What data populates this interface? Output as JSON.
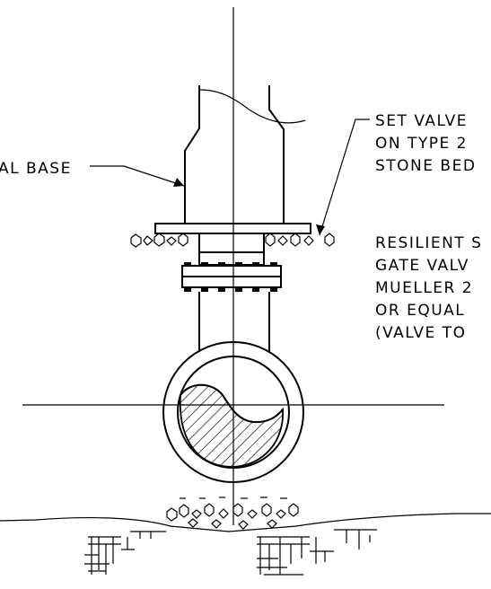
{
  "labels": {
    "base_note": "AL BASE",
    "set_valve_lines": [
      "SET VALVE",
      "ON TYPE 2",
      "STONE BED"
    ],
    "valve_lines": [
      "RESILIENT S",
      "GATE VALV",
      "MUELLER 2",
      "OR EQUAL",
      "(VALVE TO"
    ]
  },
  "colors": {
    "line": "#000000",
    "background": "#ffffff"
  }
}
